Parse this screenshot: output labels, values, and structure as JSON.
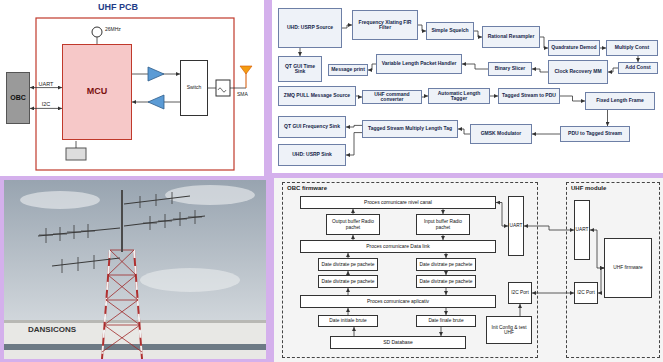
{
  "diagram": {
    "nodes": [
      {
        "text": [
          "OBC"
        ]
      },
      {
        "text": [
          "MCU"
        ]
      },
      {
        "text": [
          "Switch"
        ]
      },
      {
        "text": [
          "UHD: USRP Source"
        ]
      },
      {
        "text": [
          "Frequency Xlating FIR Filter"
        ]
      },
      {
        "text": [
          "Simple Squelch"
        ]
      },
      {
        "text": [
          "Rational Resampler"
        ]
      },
      {
        "text": [
          "Quadrature Demod"
        ]
      },
      {
        "text": [
          "Multiply Const"
        ]
      },
      {
        "text": [
          "QT GUI Time Sink"
        ]
      },
      {
        "text": [
          "Message print"
        ]
      },
      {
        "text": [
          "Variable Length Packet Handler"
        ]
      },
      {
        "text": [
          "Binary Slicer"
        ]
      },
      {
        "text": [
          "Clock Recovery MM"
        ]
      },
      {
        "text": [
          "Add Const"
        ]
      },
      {
        "text": [
          "ZMQ PULL Message Source"
        ]
      },
      {
        "text": [
          "UHF command converter"
        ]
      },
      {
        "text": [
          "Automatic Length Tagger"
        ]
      },
      {
        "text": [
          "Tagged Stream to PDU"
        ]
      },
      {
        "text": [
          "Fixed Length Frame"
        ]
      },
      {
        "text": [
          "QT GUI Frequency Sink"
        ]
      },
      {
        "text": [
          "UHD: USRP Sink"
        ]
      },
      {
        "text": [
          "Tagged Stream Multiply Length Tag"
        ]
      },
      {
        "text": [
          "GMSK Modulator"
        ]
      },
      {
        "text": [
          "PDU to Tagged Stream"
        ]
      },
      {
        "text": [
          "OBC firmware"
        ]
      },
      {
        "text": [
          "Proces comunicare nivel canal"
        ],
        "in": 25
      },
      {
        "text": [
          "Output buffer Radio pachet"
        ],
        "in": 25
      },
      {
        "text": [
          "Input buffer Radio pachet"
        ],
        "in": 25
      },
      {
        "text": [
          "Proces comunicare Data link"
        ],
        "in": 25
      },
      {
        "text": [
          "Date divizate pe pachete"
        ],
        "in": 25
      },
      {
        "text": [
          "Date divizate pe pachete"
        ],
        "in": 25
      },
      {
        "text": [
          "Date divizate pe pachete"
        ],
        "in": 25
      },
      {
        "text": [
          "Date divizate pe pachete"
        ],
        "in": 25
      },
      {
        "text": [
          "Proces comunicare aplicativ"
        ],
        "in": 25
      },
      {
        "text": [
          "Date initiale brute"
        ],
        "in": 25
      },
      {
        "text": [
          "Date finale brute"
        ],
        "in": 25
      },
      {
        "text": [
          "SD Database"
        ],
        "in": 25
      },
      {
        "text": [
          "UART"
        ],
        "in": 25
      },
      {
        "text": [
          "I2C Port"
        ],
        "in": 25
      },
      {
        "text": [
          "Init Config & test UHF"
        ],
        "in": 25
      },
      {
        "text": [
          "UHF module"
        ]
      },
      {
        "text": [
          "UART"
        ],
        "in": 41
      },
      {
        "text": [
          "UHF firmware"
        ],
        "in": 41
      },
      {
        "text": [
          "I2C Port"
        ],
        "in": 41
      }
    ],
    "edges": [
      {
        "from": 0,
        "to": 1,
        "arrow": "both",
        "label": "UART"
      },
      {
        "from": 0,
        "to": 1,
        "arrow": "both",
        "label": "I2C"
      },
      {
        "from": 1,
        "to": 2,
        "arrow": "to"
      },
      {
        "from": 2,
        "to": 1,
        "arrow": "to"
      },
      {
        "from": 3,
        "to": 4,
        "arrow": "to"
      },
      {
        "from": 4,
        "to": 5,
        "arrow": "to"
      },
      {
        "from": 5,
        "to": 6,
        "arrow": "to"
      },
      {
        "from": 6,
        "to": 7,
        "arrow": "to"
      },
      {
        "from": 7,
        "to": 8,
        "arrow": "to"
      },
      {
        "from": 8,
        "to": 14,
        "arrow": "to"
      },
      {
        "from": 14,
        "to": 13,
        "arrow": "to"
      },
      {
        "from": 13,
        "to": 12,
        "arrow": "to"
      },
      {
        "from": 12,
        "to": 11,
        "arrow": "to"
      },
      {
        "from": 11,
        "to": 10,
        "arrow": "to"
      },
      {
        "from": 3,
        "to": 9,
        "arrow": "to"
      },
      {
        "from": 15,
        "to": 16,
        "arrow": "to"
      },
      {
        "from": 16,
        "to": 17,
        "arrow": "to"
      },
      {
        "from": 17,
        "to": 18,
        "arrow": "to"
      },
      {
        "from": 18,
        "to": 19,
        "arrow": "to"
      },
      {
        "from": 19,
        "to": 24,
        "arrow": "to"
      },
      {
        "from": 24,
        "to": 23,
        "arrow": "to"
      },
      {
        "from": 23,
        "to": 22,
        "arrow": "to"
      },
      {
        "from": 22,
        "to": 20,
        "arrow": "to"
      },
      {
        "from": 22,
        "to": 21,
        "arrow": "to"
      },
      {
        "from": 29,
        "to": 27,
        "arrow": "to"
      },
      {
        "from": 27,
        "to": 26,
        "arrow": "to"
      },
      {
        "from": 26,
        "to": 28,
        "arrow": "to"
      },
      {
        "from": 28,
        "to": 29,
        "arrow": "to"
      },
      {
        "from": 30,
        "to": 29,
        "arrow": "to"
      },
      {
        "from": 31,
        "to": 30,
        "arrow": "to"
      },
      {
        "from": 34,
        "to": 31,
        "arrow": "to"
      },
      {
        "from": 29,
        "to": 32,
        "arrow": "to"
      },
      {
        "from": 32,
        "to": 33,
        "arrow": "to"
      },
      {
        "from": 33,
        "to": 34,
        "arrow": "to"
      },
      {
        "from": 35,
        "to": 34,
        "arrow": "to"
      },
      {
        "from": 37,
        "to": 35,
        "arrow": "to"
      },
      {
        "from": 34,
        "to": 36,
        "arrow": "to"
      },
      {
        "from": 36,
        "to": 37,
        "arrow": "to"
      },
      {
        "from": 26,
        "to": 38,
        "arrow": "both"
      },
      {
        "from": 38,
        "to": 42,
        "arrow": "both"
      },
      {
        "from": 42,
        "to": 43,
        "arrow": "both"
      },
      {
        "from": 39,
        "to": 44,
        "arrow": "both"
      },
      {
        "from": 40,
        "to": 39,
        "arrow": "to"
      },
      {
        "from": 44,
        "to": 43,
        "arrow": "both"
      }
    ],
    "labels": [
      "UHF PCB",
      "26MHz",
      "SMA",
      "DANSICONS"
    ]
  }
}
